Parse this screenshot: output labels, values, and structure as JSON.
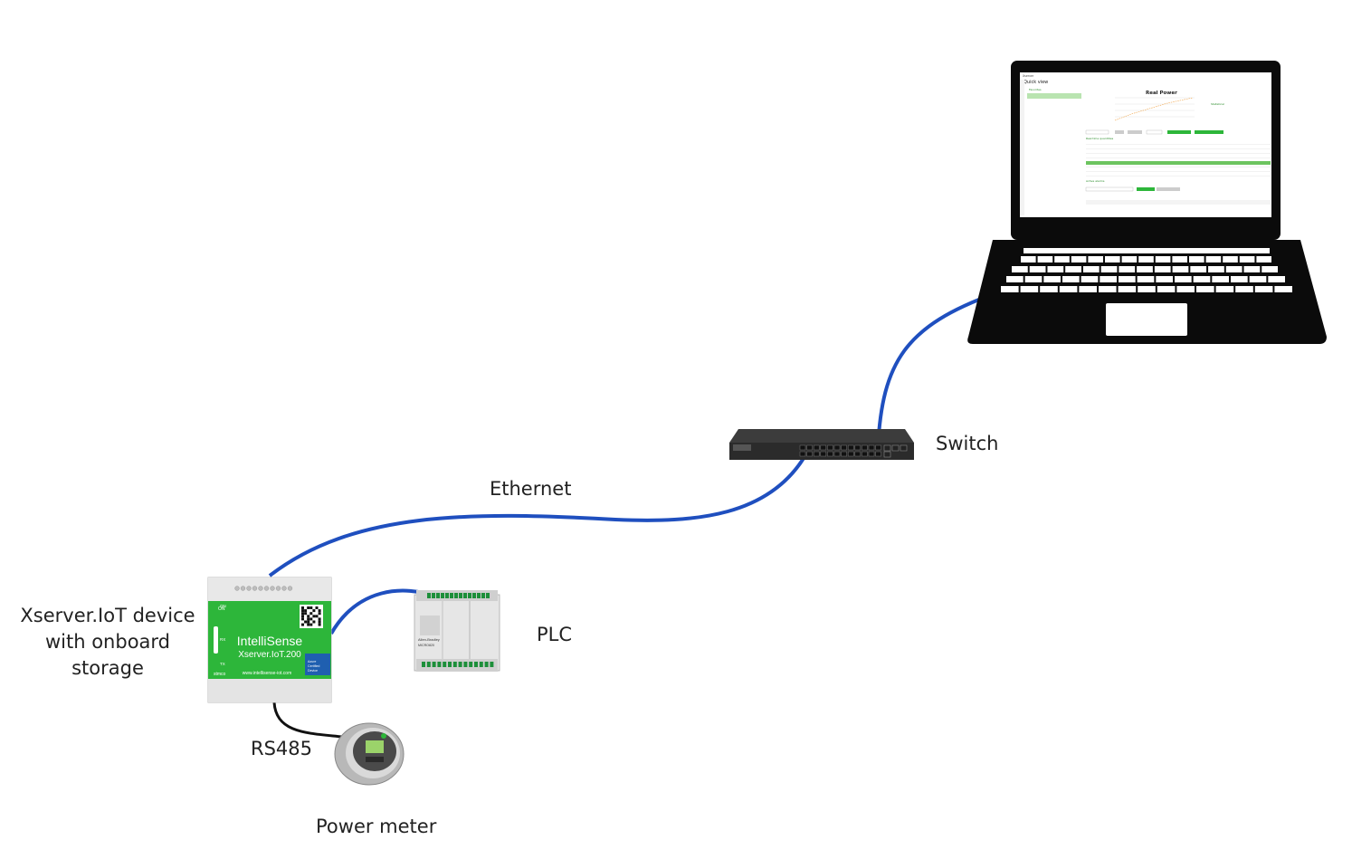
{
  "labels": {
    "switch": "Switch",
    "ethernet": "Ethernet",
    "device_line1": "Xserver.IoT device",
    "device_line2": "with onboard",
    "device_line3": "storage",
    "plc": "PLC",
    "rs485": "RS485",
    "power_meter": "Power meter"
  },
  "device": {
    "brand": "IntelliSense",
    "model": "Xserver.IoT.200",
    "url": "www.intellisense-iot.com",
    "led_on": "ON",
    "led_rx": "RX",
    "led_tx": "TX",
    "logo": "stmco",
    "badge_line1": "Azure",
    "badge_line2": "Certified",
    "badge_line3": "Device"
  },
  "screen": {
    "window_title": "Xserver",
    "page_title": "Quick view",
    "chart_title": "Real Power",
    "section_real_time": "Real time quantities",
    "section_alarms": "Active alarms"
  },
  "plc": {
    "brand": "Allen-Bradley",
    "model": "MICRO820"
  },
  "colors": {
    "cable_ethernet": "#1f4fbf",
    "cable_rs485": "#111111",
    "device_green": "#2db63a",
    "laptop_body": "#0b0b0b",
    "label_text": "#222222"
  }
}
